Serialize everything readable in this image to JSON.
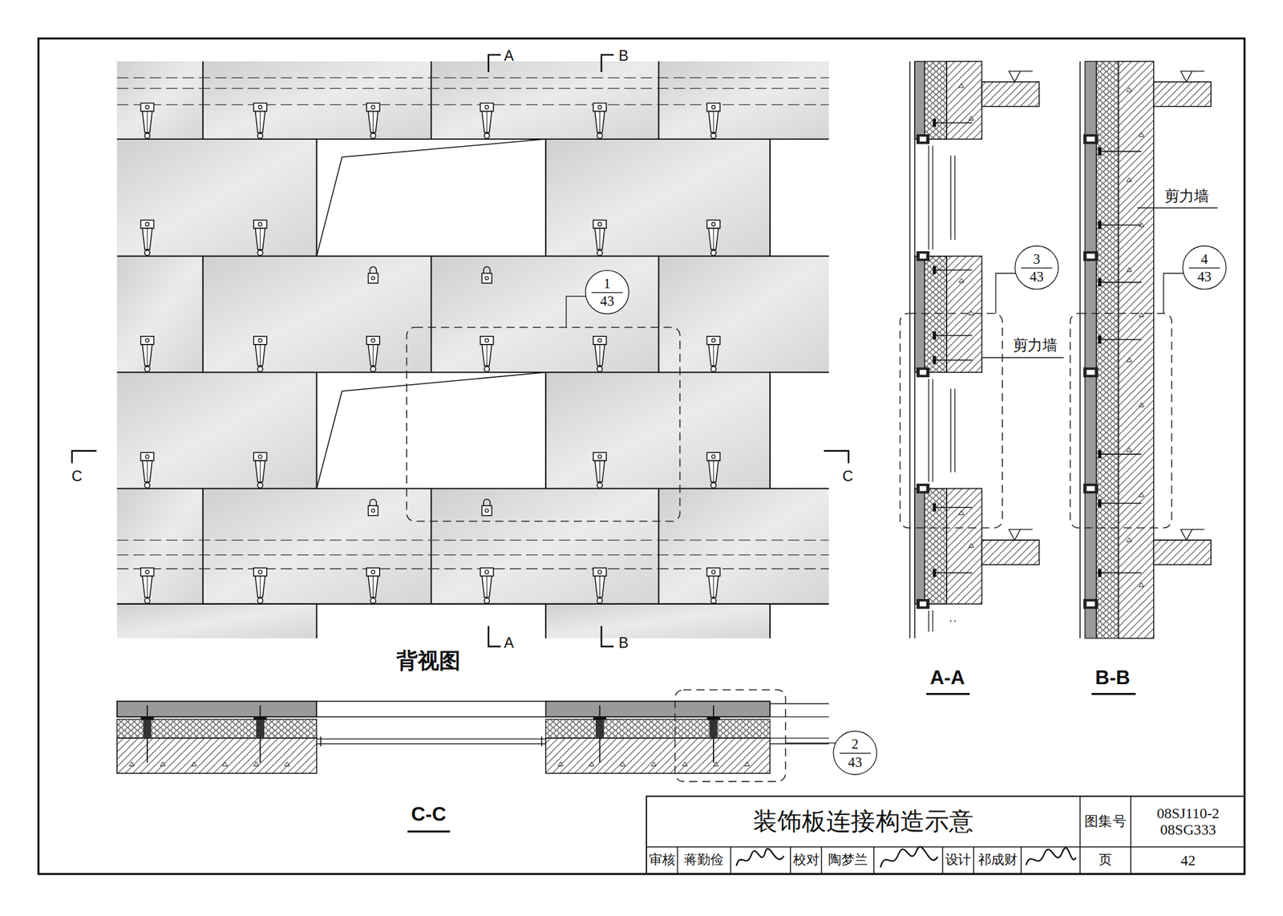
{
  "diagram": {
    "title": "装饰板连接构造示意",
    "nodes": [
      {
        "text": [
          "1",
          "43"
        ]
      },
      {
        "text": [
          "3",
          "43"
        ]
      },
      {
        "text": [
          "4",
          "43"
        ]
      },
      {
        "text": [
          "2",
          "43"
        ]
      }
    ],
    "labels": [
      "A",
      "B",
      "C",
      "C",
      "A",
      "B",
      "背视图",
      "剪力墙",
      "剪力墙",
      "A-A",
      "B-B",
      "C-C",
      "图集号",
      "08SJ110-2 08SG333",
      "审核",
      "蒋勤俭",
      "校对",
      "陶梦兰",
      "设计",
      "祁成财",
      "页",
      "42"
    ]
  }
}
